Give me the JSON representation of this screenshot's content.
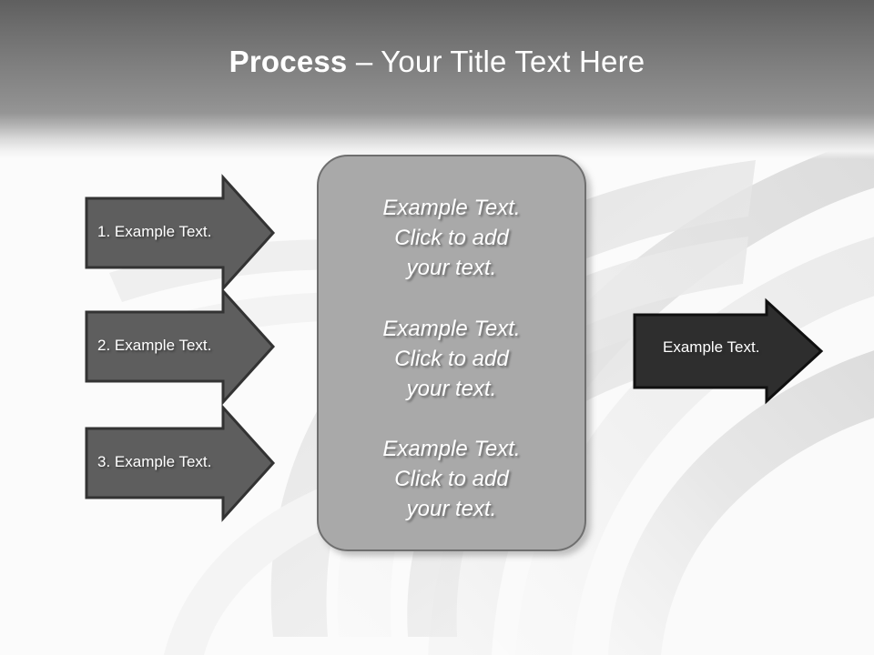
{
  "slide": {
    "title_bold": "Process",
    "title_regular": " – Your Title Text Here",
    "colors": {
      "header_gradient_top": "#5f5f5f",
      "header_gradient_bottom": "#959595",
      "background": "#ffffff",
      "background_arc": "#e2e2e2",
      "panel_fill": "#a9a9a9",
      "panel_border": "#6f6f6f",
      "input_arrow_fill": "#5e5e5e",
      "input_arrow_border": "#333333",
      "output_arrow_fill": "#2e2e2e",
      "output_arrow_border": "#111111",
      "text_on_dark": "#ffffff"
    }
  },
  "inputs": [
    {
      "label": "1. Example Text."
    },
    {
      "label": "2. Example Text."
    },
    {
      "label": "3. Example Text."
    }
  ],
  "panel": {
    "blocks": [
      {
        "text": "Example Text.\nClick  to add\nyour text."
      },
      {
        "text": "Example Text.\nClick  to add\nyour text."
      },
      {
        "text": "Example Text.\nClick  to add\nyour text."
      }
    ]
  },
  "output": {
    "label": "Example Text."
  }
}
